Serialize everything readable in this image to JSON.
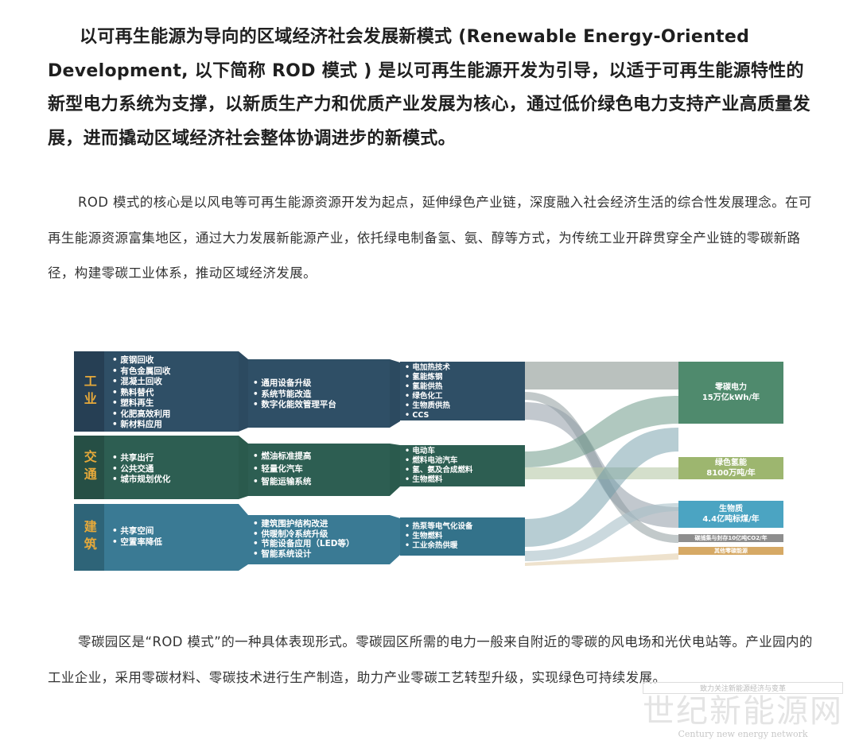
{
  "intro": "以可再生能源为导向的区域经济社会发展新模式 (Renewable Energy-Oriented Development, 以下简称 ROD 模式 ) 是以可再生能源开发为引导，以适于可再生能源特性的新型电力系统为支撑，以新质生产力和优质产业发展为核心，通过低价绿色电力支持产业高质量发展，进而撬动区域经济社会整体协调进步的新模式。",
  "para2": "ROD 模式的核心是以风电等可再生能源资源开发为起点，延伸绿色产业链，深度融入社会经济生活的综合性发展理念。在可再生能源资源富集地区，通过大力发展新能源产业，依托绿电制备氢、氨、醇等方式，为传统工业开辟贯穿全产业链的零碳新路径，构建零碳工业体系，推动区域经济发展。",
  "para3": "零碳园区是“ROD 模式”的一种具体表现形式。零碳园区所需的电力一般来自附近的零碳的风电场和光伏电站等。产业园内的工业企业，采用零碳材料、零碳技术进行生产制造，助力产业零碳工艺转型升级，实现绿色可持续发展。",
  "diagram": {
    "sectors": [
      {
        "label": "工业",
        "col1": [
          "废钢回收",
          "有色金属回收",
          "混凝土回收",
          "熟料替代",
          "塑料再生",
          "化肥高效利用",
          "新材料应用"
        ],
        "col2": [
          "通用设备升级",
          "系统节能改造",
          "数字化能效管理平台"
        ],
        "col3": [
          "电加热技术",
          "氢能炼钢",
          "氢能供热",
          "绿色化工",
          "生物质供热",
          "CCS"
        ]
      },
      {
        "label": "交通",
        "col1": [
          "共享出行",
          "公共交通",
          "城市规划优化"
        ],
        "col2": [
          "燃油标准提高",
          "轻量化汽车",
          "智能运输系统"
        ],
        "col3": [
          "电动车",
          "燃料电池汽车",
          "氢、氨及合成燃料",
          "生物燃料"
        ]
      },
      {
        "label": "建筑",
        "col1": [
          "共享空间",
          "空置率降低"
        ],
        "col2": [
          "建筑围护结构改进",
          "供暖制冷系统升级",
          "节能设备应用（LED等）",
          "智能系统设计"
        ],
        "col3": [
          "热泵等电气化设备",
          "生物燃料",
          "工业余热供暖"
        ]
      }
    ],
    "outputs": [
      {
        "name": "零碳电力",
        "value": "15万亿kWh/年",
        "color": "#4f8a6d"
      },
      {
        "name": "绿色氢能",
        "value": "8100万吨/年",
        "color": "#9db66f"
      },
      {
        "name": "生物质",
        "value": "4.4亿吨标煤/年",
        "color": "#4ba4c2"
      },
      {
        "name": "碳捕集与封存10亿吨CO2/年",
        "value": "",
        "color": "#8e8e8e"
      },
      {
        "name": "其他零碳能源",
        "value": "",
        "color": "#d6a965"
      }
    ]
  },
  "watermark": {
    "slogan": "致力关注新能源经济与变革",
    "name": "世纪新能源网",
    "english": "Century new energy network"
  }
}
